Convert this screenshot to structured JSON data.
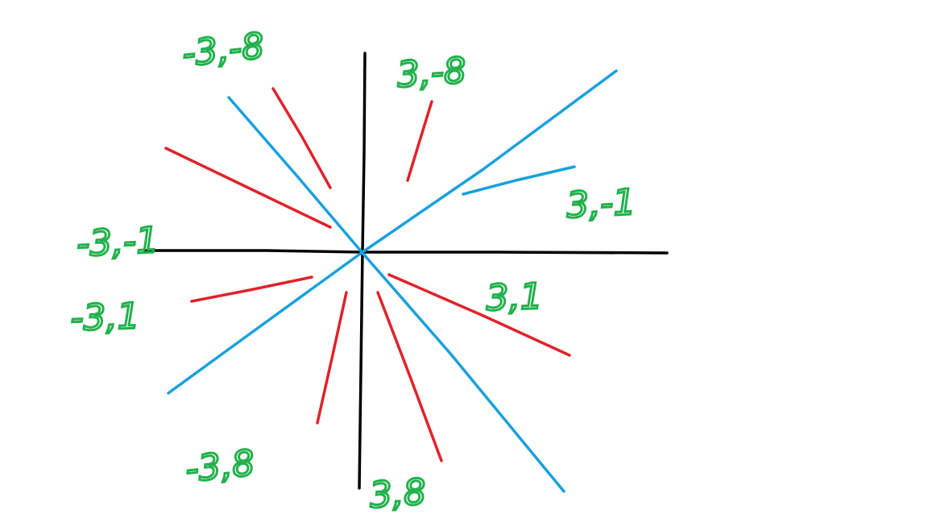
{
  "colors": {
    "background": "#ffffff",
    "axes": "#000000",
    "blue_lines": "#1aa0dc",
    "red_lines": "#e0222a",
    "labels": "#22b14c"
  },
  "labels": [
    {
      "id": "top-left",
      "text": "-3,-8"
    },
    {
      "id": "top-right",
      "text": "3,-8"
    },
    {
      "id": "right-upper",
      "text": "3,-1"
    },
    {
      "id": "left-upper",
      "text": "-3,-1"
    },
    {
      "id": "right-lower",
      "text": "3,1"
    },
    {
      "id": "left-lower",
      "text": "-3,1"
    },
    {
      "id": "bottom-left",
      "text": "-3,8"
    },
    {
      "id": "bottom-right",
      "text": "3,8"
    }
  ]
}
